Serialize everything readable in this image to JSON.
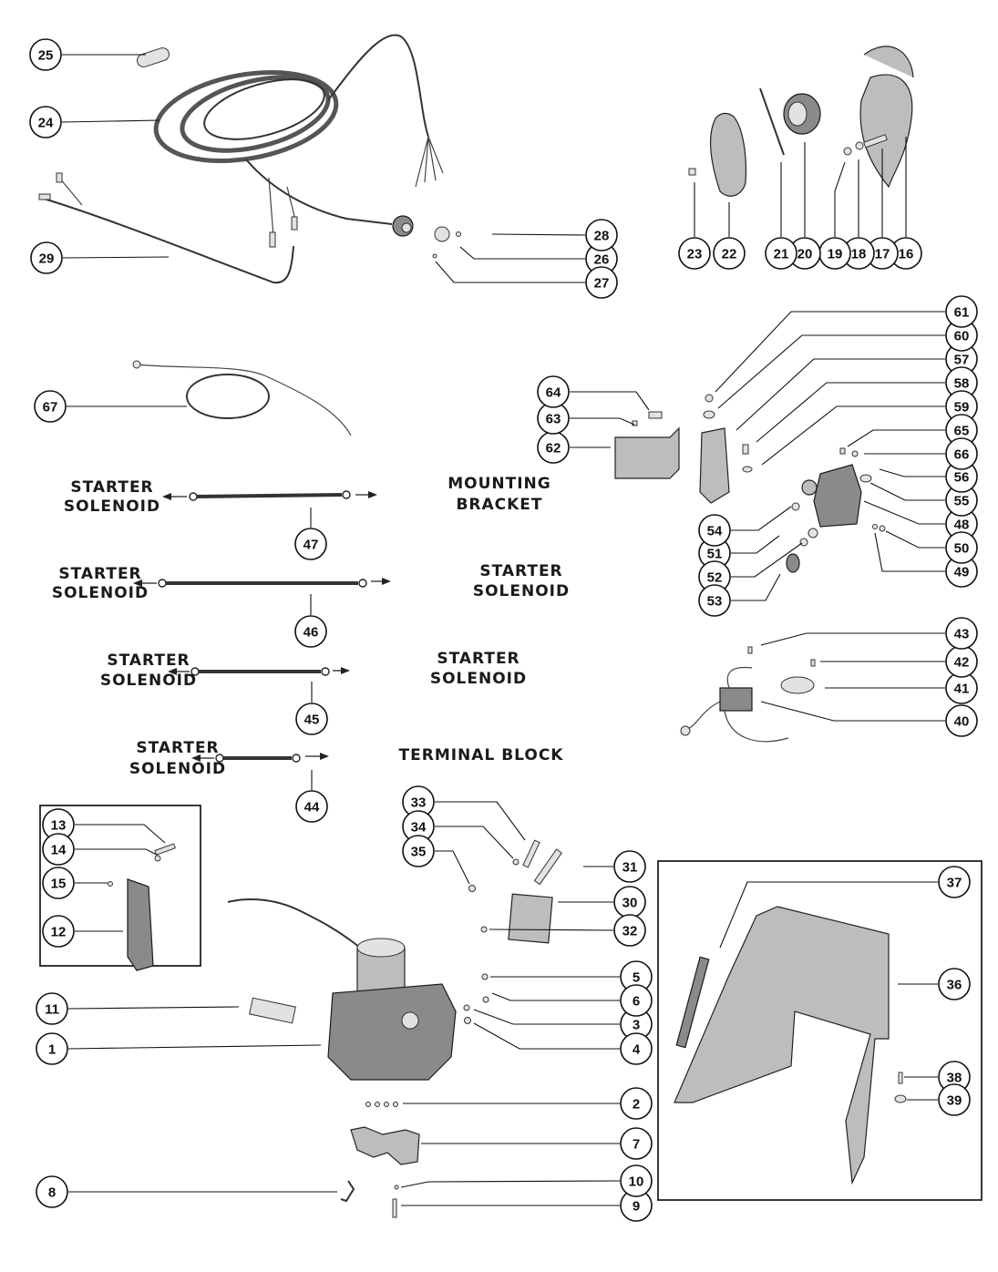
{
  "diagram": {
    "title": "Power Trim Pump, Wiring Harness and Mounting Bracket Exploded View",
    "callouts": [
      "1",
      "2",
      "3",
      "4",
      "5",
      "6",
      "7",
      "8",
      "9",
      "10",
      "11",
      "12",
      "13",
      "14",
      "15",
      "16",
      "17",
      "18",
      "19",
      "20",
      "21",
      "22",
      "23",
      "24",
      "25",
      "26",
      "27",
      "28",
      "29",
      "30",
      "31",
      "32",
      "33",
      "34",
      "35",
      "36",
      "37",
      "38",
      "39",
      "40",
      "41",
      "42",
      "43",
      "44",
      "45",
      "46",
      "47",
      "48",
      "49",
      "50",
      "51",
      "52",
      "53",
      "54",
      "55",
      "56",
      "57",
      "58",
      "59",
      "60",
      "61",
      "62",
      "63",
      "64",
      "65",
      "66",
      "67"
    ],
    "cable_connections": [
      {
        "part": "47",
        "from_line1": "STARTER",
        "from_line2": "SOLENOID",
        "to_line1": "MOUNTING",
        "to_line2": "BRACKET"
      },
      {
        "part": "46",
        "from_line1": "STARTER",
        "from_line2": "SOLENOID",
        "to_line1": "STARTER",
        "to_line2": "SOLENOID"
      },
      {
        "part": "45",
        "from_line1": "STARTER",
        "from_line2": "SOLENOID",
        "to_line1": "STARTER",
        "to_line2": "SOLENOID"
      },
      {
        "part": "44",
        "from_line1": "STARTER",
        "from_line2": "SOLENOID",
        "to_line1": "TERMINAL BLOCK",
        "to_line2": ""
      }
    ],
    "colors": {
      "ink": "#111111",
      "paper": "#ffffff",
      "shade": "#bdbdbd"
    }
  }
}
